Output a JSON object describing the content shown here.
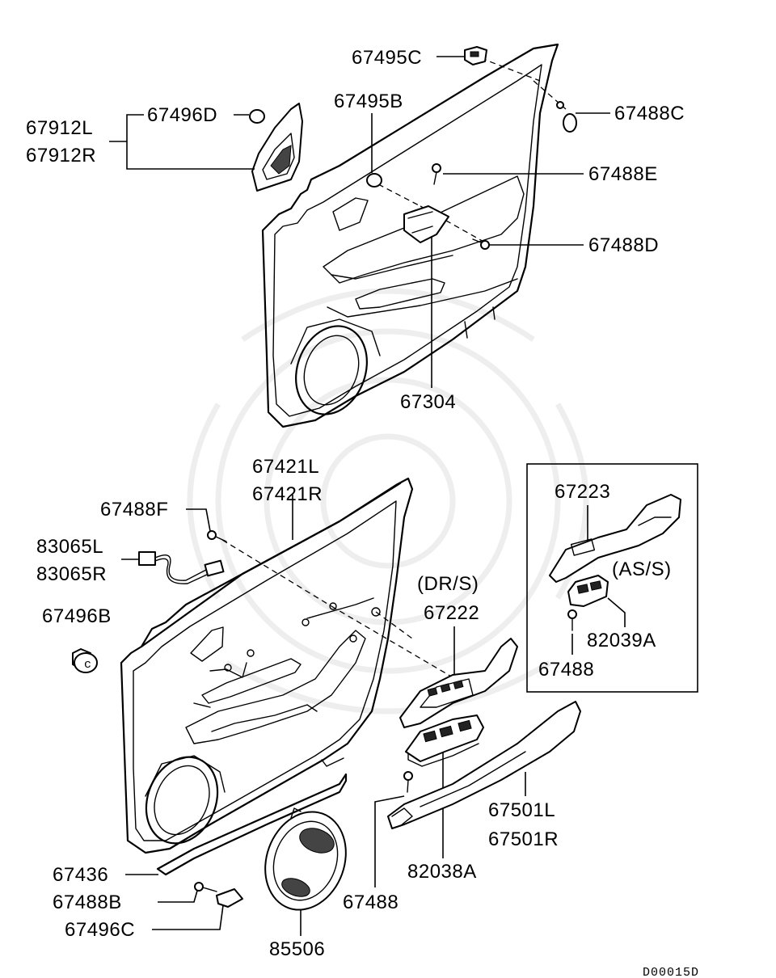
{
  "diagram_id": "D00015D",
  "labels": {
    "p67495C": "67495C",
    "p67495B": "67495B",
    "p67488C": "67488C",
    "p67496D": "67496D",
    "p67912L": "67912L",
    "p67912R": "67912R",
    "p67488E": "67488E",
    "p67488D": "67488D",
    "p67304": "67304",
    "p67421L": "67421L",
    "p67421R": "67421R",
    "p67488F": "67488F",
    "p83065L": "83065L",
    "p83065R": "83065R",
    "p67496B": "67496B",
    "dr_s": "(DR/S)",
    "p67222": "67222",
    "p67223": "67223",
    "as_s": "(AS/S)",
    "p82039A": "82039A",
    "p67488_inset": "67488",
    "p67501L": "67501L",
    "p67501R": "67501R",
    "p82038A": "82038A",
    "p67488_lower": "67488",
    "p67436": "67436",
    "p67488B": "67488B",
    "p67496C": "67496C",
    "p85506": "85506"
  }
}
